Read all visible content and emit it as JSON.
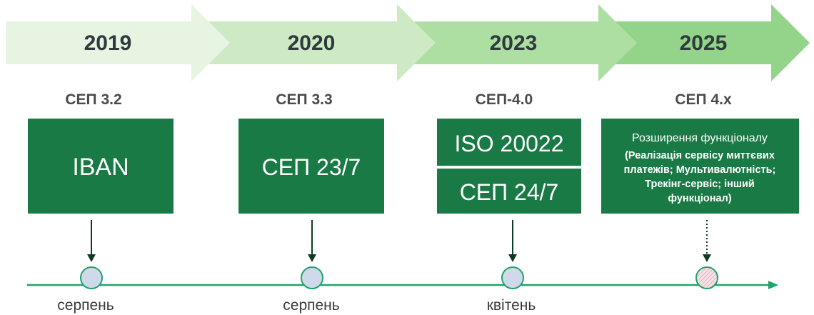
{
  "colors": {
    "arrow_1": "#e7f4e2",
    "arrow_2": "#cdeac4",
    "arrow_3": "#addfa3",
    "arrow_4": "#93d48a",
    "box": "#197a45",
    "timeline": "#1fa36a",
    "marker_fill": "#cfd9ea",
    "marker_stroke": "#1fa36a",
    "pointer": "#0f3a22",
    "future_marker_fill": "#f3d7de"
  },
  "stages": [
    {
      "year": "2019",
      "version": "СЕП 3.2",
      "box_lines": [
        "IBAN"
      ],
      "month": "серпень"
    },
    {
      "year": "2020",
      "version": "СЕП 3.3",
      "box_lines": [
        "СЕП 23/7"
      ],
      "month": "серпень"
    },
    {
      "year": "2023",
      "version": "СЕП-4.0",
      "box_lines": [
        "ISO 20022",
        "СЕП 24/7"
      ],
      "month": "квітень"
    },
    {
      "year": "2025",
      "version": "СЕП 4.x",
      "box_title": "Розширення функціоналу",
      "box_lines": [
        "(Реалізація сервісу миттєвих",
        "платежів; Мультивалютність;",
        "Трекінг-сервіс; інший",
        "функціонал)"
      ],
      "month": ""
    }
  ]
}
